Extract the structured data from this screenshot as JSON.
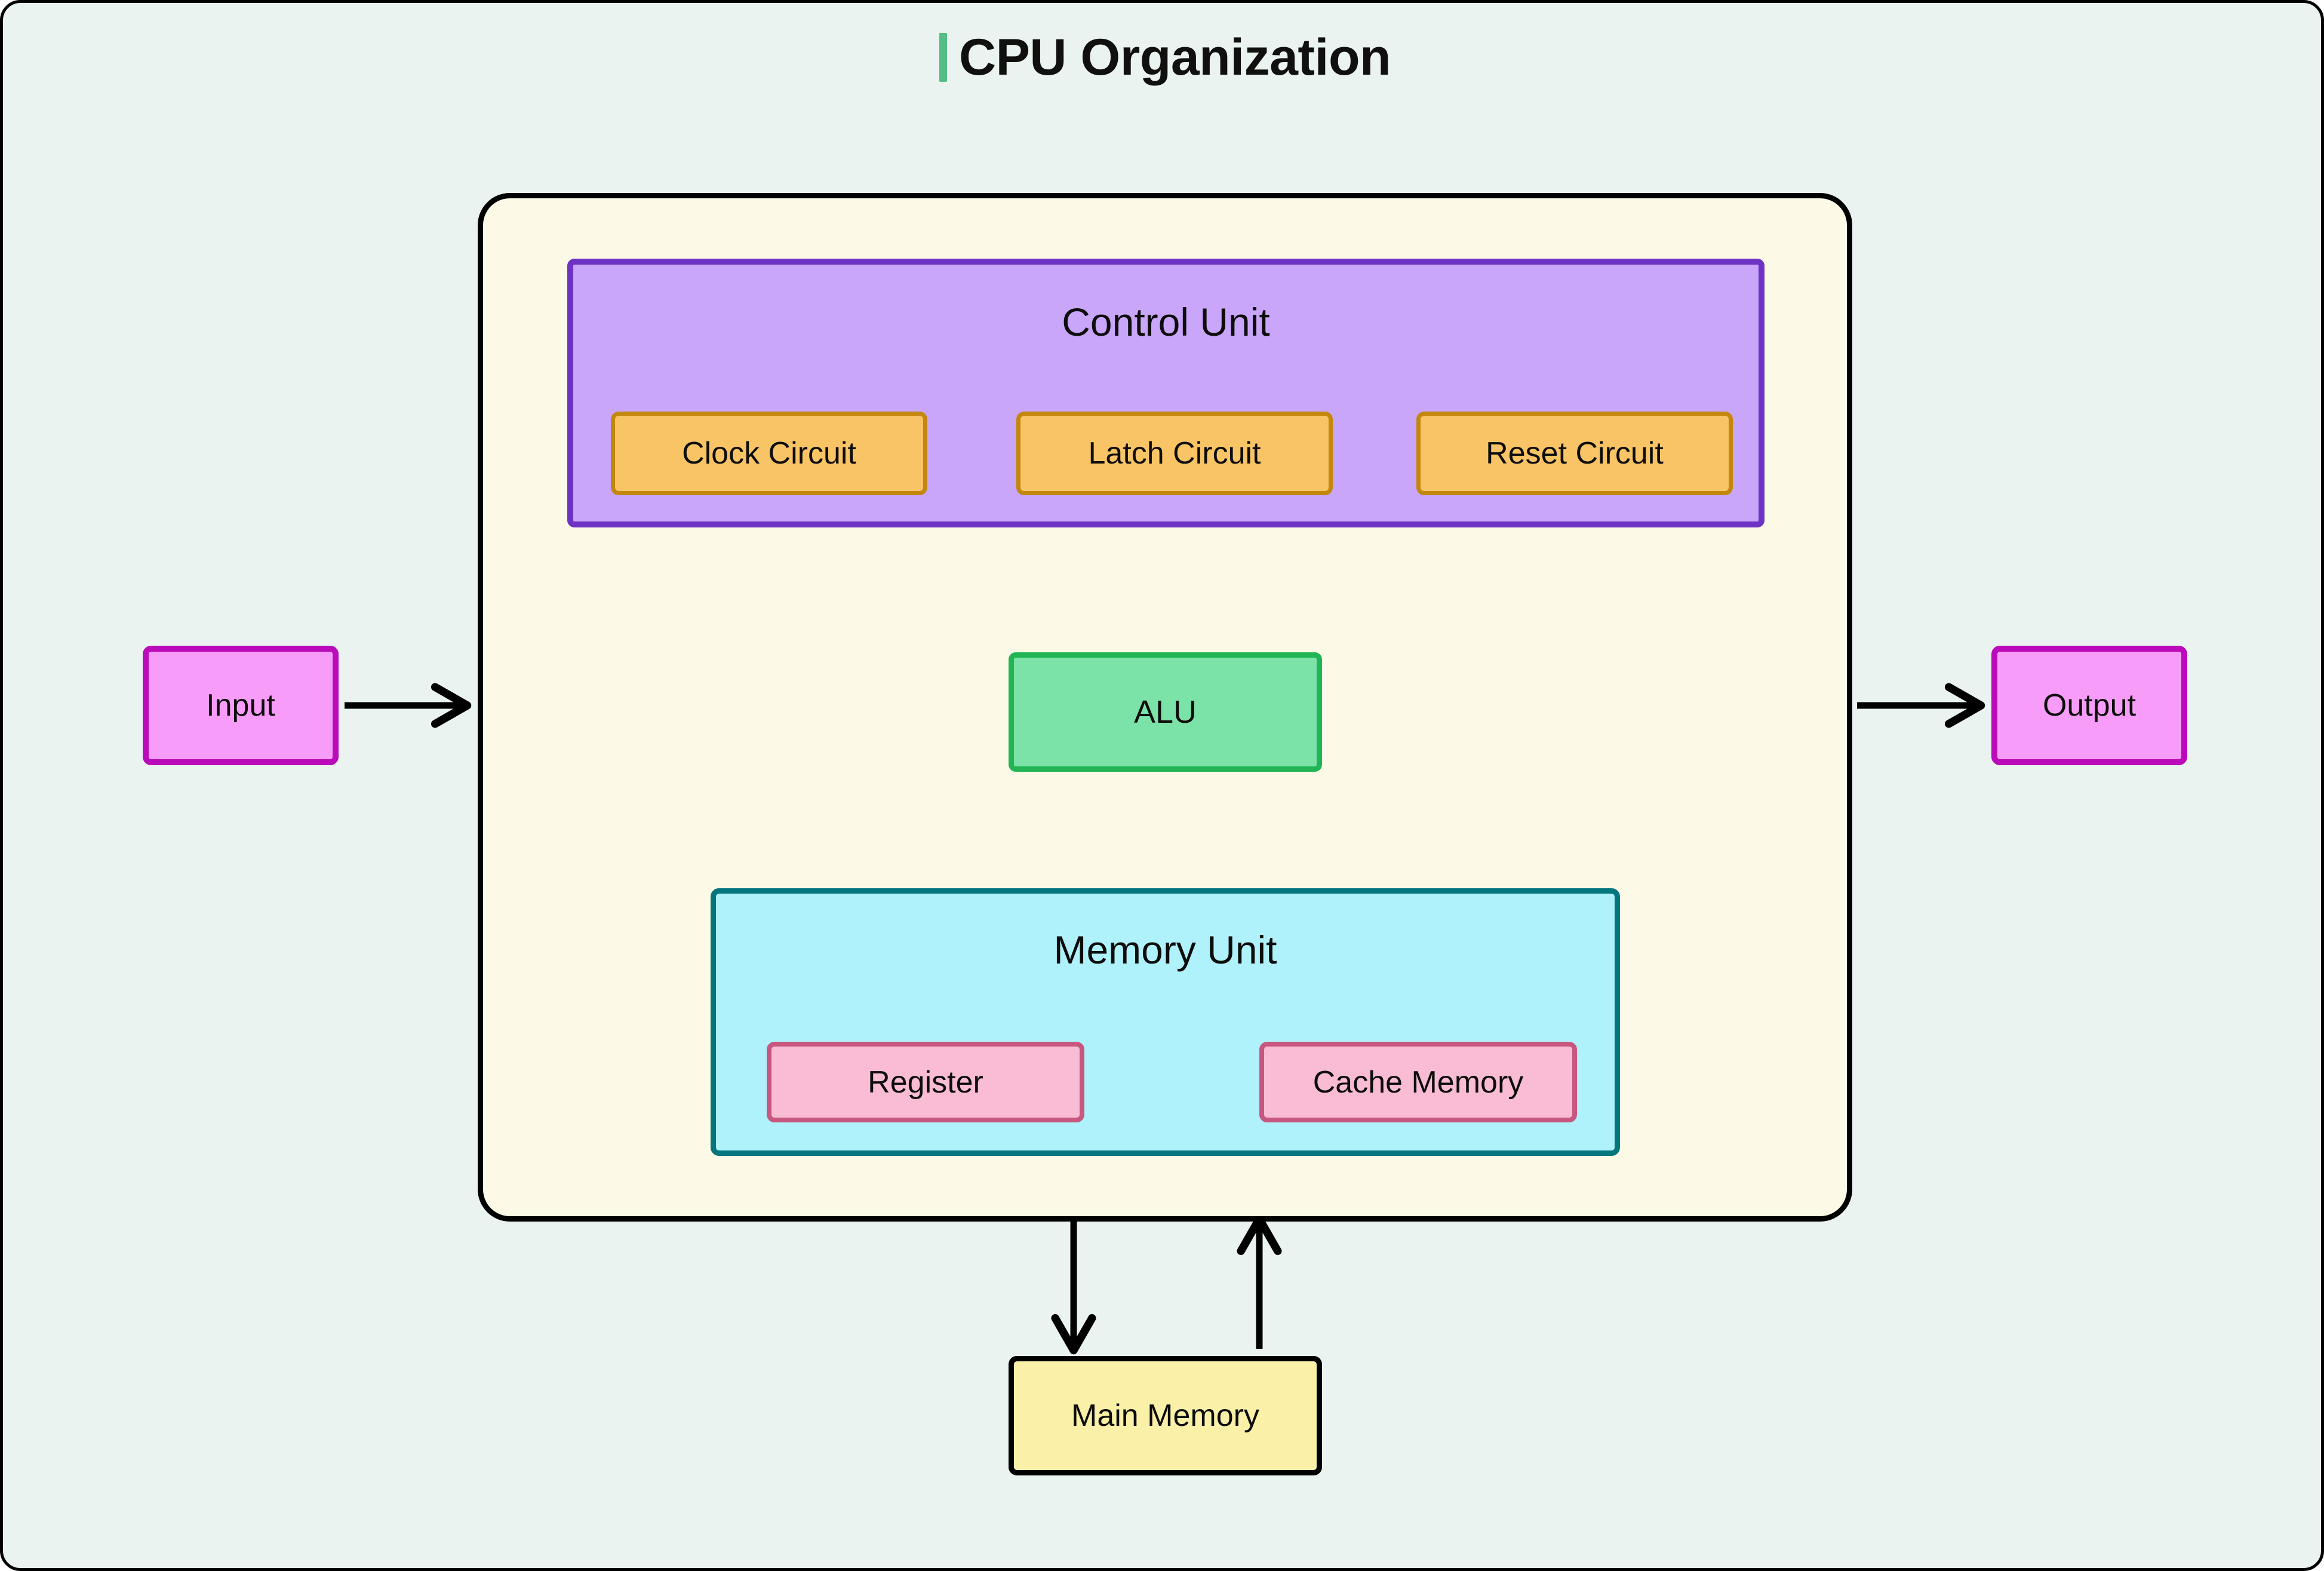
{
  "page": {
    "title": "CPU Organization",
    "background_color": "#eaf3f0",
    "accent_color": "#55bd85",
    "border_color": "#000000"
  },
  "diagram": {
    "type": "block-diagram",
    "cpu_container": {
      "label": "",
      "fill": "#fcfae6",
      "stroke": "#000000"
    },
    "control_unit": {
      "title": "Control Unit",
      "fill": "#c9a6f9",
      "stroke": "#6e32c4",
      "children": [
        {
          "label": "Clock Circuit",
          "fill": "#f9c465",
          "stroke": "#c2870c"
        },
        {
          "label": "Latch Circuit",
          "fill": "#f9c465",
          "stroke": "#c2870c"
        },
        {
          "label": "Reset Circuit",
          "fill": "#f9c465",
          "stroke": "#c2870c"
        }
      ]
    },
    "alu": {
      "label": "ALU",
      "fill": "#7ce3a8",
      "stroke": "#22b455"
    },
    "memory_unit": {
      "title": "Memory Unit",
      "fill": "#aff2fb",
      "stroke": "#05767e",
      "children": [
        {
          "label": "Register",
          "fill": "#f9bcd4",
          "stroke": "#c8577f"
        },
        {
          "label": "Cache Memory",
          "fill": "#f9bcd4",
          "stroke": "#c8577f"
        }
      ]
    },
    "io": [
      {
        "label": "Input",
        "fill": "#f79df9",
        "stroke": "#ba0aba"
      },
      {
        "label": "Output",
        "fill": "#f79df9",
        "stroke": "#ba0aba"
      }
    ],
    "main_memory": {
      "label": "Main Memory",
      "fill": "#fbf0a8",
      "stroke": "#000000"
    },
    "connections": [
      {
        "from": "Input",
        "to": "CPU",
        "direction": "one-way"
      },
      {
        "from": "CPU",
        "to": "Output",
        "direction": "one-way"
      },
      {
        "from": "Latch Circuit",
        "to": "ALU",
        "direction": "one-way"
      },
      {
        "from": "Reset Circuit",
        "to": "Memory Unit",
        "direction": "one-way"
      },
      {
        "from": "ALU",
        "to": "Memory Unit",
        "direction": "one-way"
      },
      {
        "from": "Memory Unit",
        "to": "ALU",
        "direction": "one-way"
      },
      {
        "from": "CPU",
        "to": "Main Memory",
        "direction": "one-way"
      },
      {
        "from": "Main Memory",
        "to": "CPU",
        "direction": "one-way"
      }
    ]
  }
}
